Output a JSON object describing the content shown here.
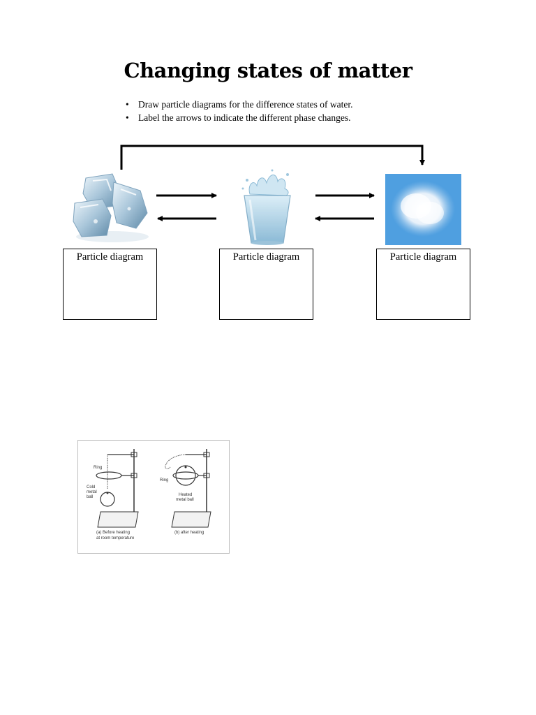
{
  "title": "Changing states of matter",
  "instructions": [
    "Draw particle diagrams for the difference states of water.",
    "Label the arrows to indicate the different phase changes."
  ],
  "boxes": [
    {
      "label": "Particle diagram"
    },
    {
      "label": "Particle diagram"
    },
    {
      "label": "Particle diagram"
    }
  ],
  "apparatus": {
    "ring_label_a": "Ring",
    "cold_ball_label": [
      "Cold",
      "metal",
      "ball"
    ],
    "caption_a": [
      "(a) Before heating",
      "at room temperature"
    ],
    "ring_label_b": "Ring",
    "heated_ball_label": [
      "Heated",
      "metal ball"
    ],
    "caption_b": "(b) after heating"
  }
}
